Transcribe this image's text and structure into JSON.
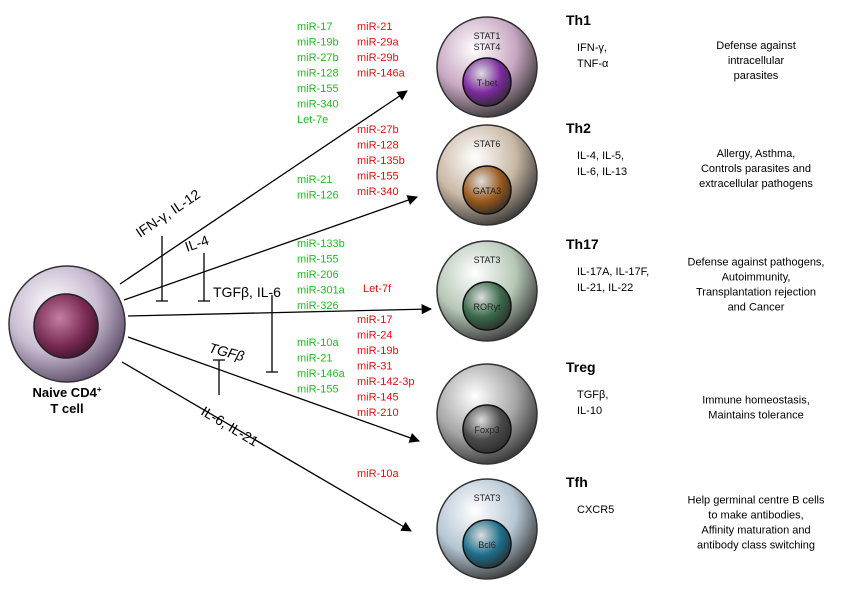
{
  "naive_cell": {
    "line1": "Naive CD4",
    "sup": "+",
    "line2": "T cell"
  },
  "signals": {
    "th1": "IFN-γ, IL-12",
    "th2": "IL-4",
    "th17": "TGFβ, IL-6",
    "treg": "TGFβ",
    "tfh": "IL-6, IL-21"
  },
  "colors": {
    "promote": "#22bb22",
    "inhibit": "#dd1111"
  },
  "cells": [
    {
      "id": "th1",
      "name": "Th1",
      "tfs": [
        "STAT1",
        "STAT4"
      ],
      "master": "T-bet",
      "cytokines": [
        "IFN-γ,",
        "TNF-α"
      ],
      "function": [
        "Defense against",
        "intracellular",
        "parasites"
      ],
      "outer_color": "#c8a7c2",
      "inner_color": "#7d2aa0",
      "mir_promote": [
        "miR-17",
        "miR-19b",
        "miR-27b",
        "miR-128",
        "miR-155",
        "miR-340",
        "Let-7e"
      ],
      "mir_inhibit": [
        "miR-21",
        "miR-29a",
        "miR-29b",
        "miR-146a"
      ]
    },
    {
      "id": "th2",
      "name": "Th2",
      "tfs": [
        "STAT6"
      ],
      "master": "GATA3",
      "cytokines": [
        "IL-4, IL-5,",
        "IL-6, IL-13"
      ],
      "function": [
        "Allergy, Asthma,",
        "Controls parasites and",
        "extracellular pathogens"
      ],
      "outer_color": "#c9b8a5",
      "inner_color": "#9a5a1c",
      "mir_promote": [
        "miR-21",
        "miR-126"
      ],
      "mir_inhibit": [
        "miR-27b",
        "miR-128",
        "miR-135b",
        "miR-155",
        "miR-340"
      ]
    },
    {
      "id": "th17",
      "name": "Th17",
      "tfs": [
        "STAT3"
      ],
      "master": "RORγt",
      "cytokines": [
        "IL-17A, IL-17F,",
        "IL-21, IL-22"
      ],
      "function": [
        "Defense against pathogens,",
        "Autoimmunity,",
        "Transplantation rejection",
        "and Cancer"
      ],
      "outer_color": "#b6c7b6",
      "inner_color": "#3a6b4a",
      "mir_promote": [
        "miR-133b",
        "miR-155",
        "miR-206",
        "miR-301a",
        "miR-326"
      ],
      "mir_inhibit": [
        "Let-7f"
      ]
    },
    {
      "id": "treg",
      "name": "Treg",
      "tfs": [],
      "master": "Foxp3",
      "cytokines": [
        "TGFβ,",
        "IL-10"
      ],
      "function": [
        "Immune homeostasis,",
        "Maintains tolerance"
      ],
      "outer_color": "#a6a6a6",
      "inner_color": "#4a4a4a",
      "mir_promote": [
        "miR-10a",
        "miR-21",
        "miR-146a",
        "miR-155"
      ],
      "mir_inhibit": [
        "miR-17",
        "miR-24",
        "miR-19b",
        "miR-31",
        "miR-142-3p",
        "miR-145",
        "miR-210"
      ]
    },
    {
      "id": "tfh",
      "name": "Tfh",
      "tfs": [
        "STAT3"
      ],
      "master": "Bcl6",
      "cytokines": [
        "CXCR5"
      ],
      "function": [
        "Help germinal centre B cells",
        "to make antibodies,",
        "Affinity maturation and",
        "antibody class switching"
      ],
      "outer_color": "#b5c7d3",
      "inner_color": "#1d6f8c",
      "mir_promote": [],
      "mir_inhibit": [
        "miR-10a"
      ]
    }
  ]
}
